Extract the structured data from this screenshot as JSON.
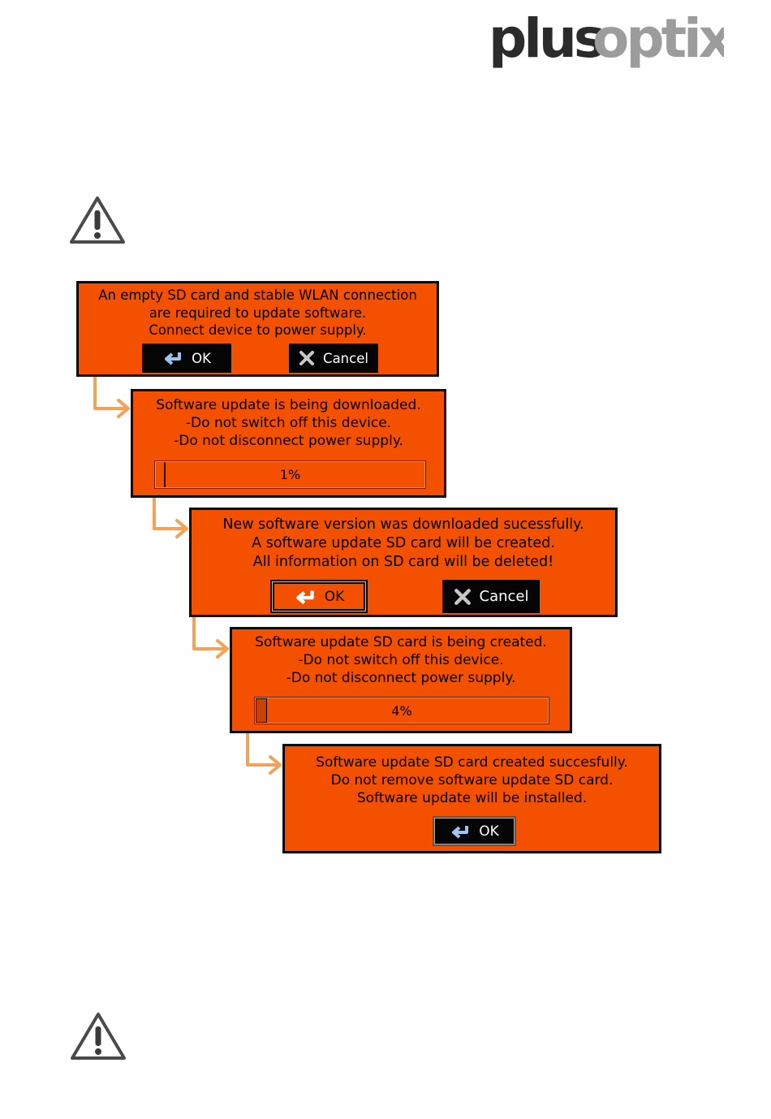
{
  "brand": {
    "logo_text_plus": "plus",
    "logo_text_optix": "optix",
    "dark": "#2b2b2b",
    "light": "#9c9c9c"
  },
  "colors": {
    "dialog_bg": "#f35100",
    "arrow": "#f3a25a",
    "button_bg": "#050505"
  },
  "dialogs": [
    {
      "lines": [
        "An empty SD card and stable WLAN connection",
        "are required to update software.",
        "Connect device to power supply."
      ],
      "ok_label": "OK",
      "ok_icon": "return-arrow-icon",
      "cancel_label": "Cancel",
      "cancel_icon": "close-x-icon"
    },
    {
      "lines": [
        "Software update is being downloaded.",
        "-Do not switch off this device.",
        "-Do not disconnect power supply."
      ],
      "progress_label": "1%",
      "progress_value": 1
    },
    {
      "lines": [
        "New software version was downloaded sucessfully.",
        "A software update SD card will be created.",
        "All information on SD card will be deleted!"
      ],
      "ok_label": "OK",
      "ok_icon": "return-arrow-icon",
      "cancel_label": "Cancel",
      "cancel_icon": "close-x-icon"
    },
    {
      "lines": [
        "Software update SD card is being created.",
        "-Do not switch off this device.",
        "-Do not disconnect power supply."
      ],
      "progress_label": "4%",
      "progress_value": 4
    },
    {
      "lines": [
        "Software update SD card created succesfully.",
        "Do not remove software update SD card.",
        "Software update will be installed."
      ],
      "ok_label": "OK",
      "ok_icon": "return-arrow-icon"
    }
  ],
  "icons": {
    "warning_top": "warning-triangle-icon",
    "warning_bottom": "warning-triangle-icon"
  }
}
